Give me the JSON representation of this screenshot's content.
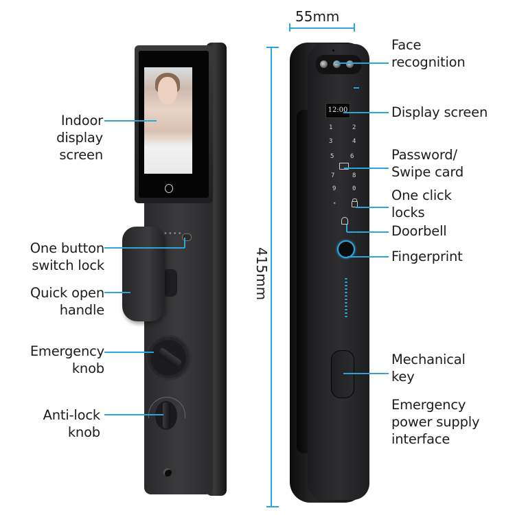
{
  "product": "Smart door lock with face recognition",
  "accent_color": "#2aa6dd",
  "dimensions": {
    "width": "55mm",
    "height": "415mm"
  },
  "left_labels": {
    "indoor_display": [
      "Indoor",
      "display",
      "screen"
    ],
    "one_button_switch": [
      "One button",
      "switch lock"
    ],
    "quick_open_handle": [
      "Quick open",
      "handle"
    ],
    "emergency_knob": [
      "Emergency",
      "knob"
    ],
    "anti_lock_knob": [
      "Anti-lock",
      "knob"
    ]
  },
  "right_labels": {
    "face_recognition": [
      "Face",
      "recognition"
    ],
    "display_screen": [
      "Display screen"
    ],
    "password_card": [
      "Password/",
      "Swipe card"
    ],
    "one_click_locks": [
      "One click",
      "locks"
    ],
    "doorbell": [
      "Doorbell"
    ],
    "fingerprint": [
      "Fingerprint"
    ],
    "mechanical_key": [
      "Mechanical",
      "key"
    ],
    "emergency_power": [
      "Emergency",
      "power supply",
      "interface"
    ]
  },
  "outdoor_unit": {
    "display_time": "12:00",
    "keypad": [
      "1",
      "2",
      "3",
      "4",
      "5",
      "6",
      "7",
      "8",
      "9",
      "0",
      "*"
    ]
  }
}
